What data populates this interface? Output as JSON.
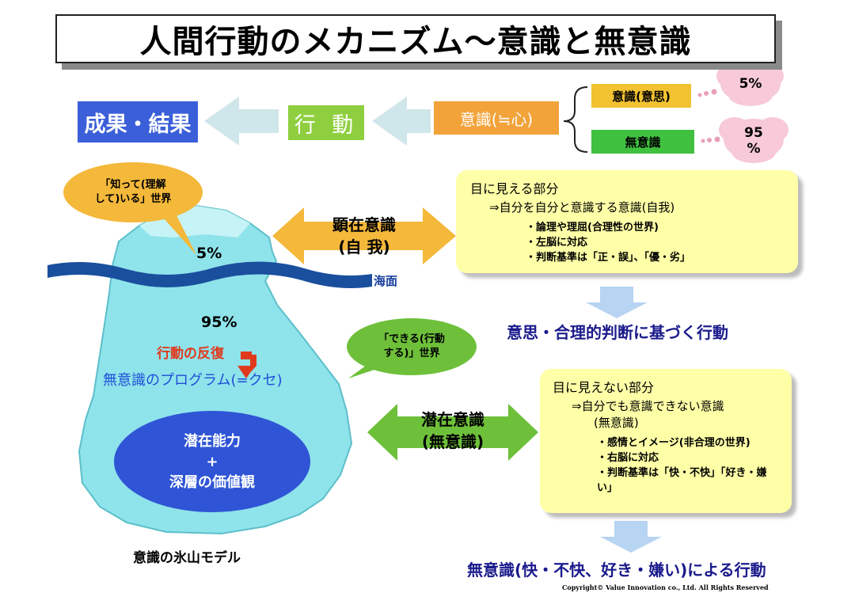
{
  "title": "人間行動のメカニズム〜意識と無意識",
  "flow": {
    "result": "成果・結果",
    "action": "行 動",
    "consciousness": "意識(≒心)"
  },
  "branches": {
    "conscious": "意識(意思)",
    "unconscious": "無意識",
    "conscious_pct": "5%",
    "unconscious_pct_line1": "95",
    "unconscious_pct_line2": "%"
  },
  "iceberg": {
    "bubble_known_line1": "「知って(理解",
    "bubble_known_line2": "して)いる」世界",
    "tip_pct": "5%",
    "sea_surface": "海面",
    "body_pct": "95%",
    "repetition": "行動の反復",
    "program": "無意識のプログラム(=クセ)",
    "bubble_can_line1": "「できる(行動",
    "bubble_can_line2": "する)」世界",
    "potential_line1": "潜在能力",
    "potential_line2": "+",
    "potential_line3": "深層の価値観",
    "caption": "意識の氷山モデル"
  },
  "manifest": {
    "arrow_line1": "顕在意識",
    "arrow_line2": "(自 我)",
    "heading": "目に見える部分",
    "subheading": "⇒自分を自分と意識する意識(自我)",
    "items": [
      "論理や理屈(合理性の世界)",
      "左脳に対応",
      "判断基準は「正・誤」、「優・劣」"
    ],
    "outcome": "意思・合理的判断に基づく行動"
  },
  "latent": {
    "arrow_line1": "潜在意識",
    "arrow_line2": "(無意識)",
    "heading": "目に見えない部分",
    "subheading": "⇒自分でも意識できない意識",
    "subheading2": "(無意識)",
    "items": [
      "感情とイメージ(非合理の世界)",
      "右脳に対応",
      "判断基準は「快・不快」「好き・嫌い」"
    ],
    "outcome": "無意識(快・不快、好き・嫌い)による行動"
  },
  "copyright": "Copyright© Value Innovation co., Ltd. All Rights Reserved",
  "colors": {
    "result": "#3b5fd9",
    "action": "#8fcf3f",
    "consciousness": "#f2a33a",
    "flow_arrow": "#cfe6ea",
    "manifest_arrow": "#f4b83a",
    "latent_arrow": "#6ec03a",
    "panel": "#ffffa8",
    "iceberg": "#8fe3ea",
    "deep_ellipse": "#2f55d6",
    "cloud": "#f7c9d9",
    "sea": "#1a4f9e"
  }
}
